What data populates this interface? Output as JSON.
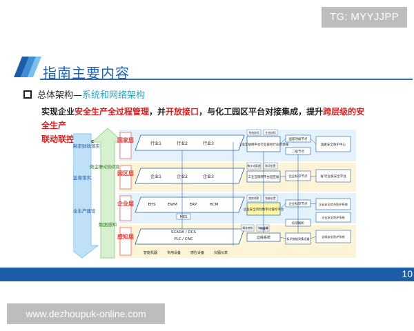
{
  "watermark_tag": "TG: MYYJJPP",
  "slide": {
    "title": "指南主要内容",
    "section": {
      "bullet_text": "总体架构—",
      "accent_text": "系统和网络架构"
    },
    "description": {
      "p1": "实现企业",
      "p2": "安全生产全过程管理",
      "p3": "，并",
      "p4": "开放接口",
      "p5": "，与化工园区平台对接集成，提升",
      "p6": "跨层级的安全生产",
      "p7": "联动联控能力",
      "p8": "。"
    },
    "page_number": "10"
  },
  "footer_url": "www.dezhoupuk-online.com",
  "colors": {
    "brand_blue": "#1d5ca6",
    "accent_cyan": "#2aa7c9",
    "highlight_red": "#d21f1f",
    "layer_red": "#e03a3a"
  },
  "diagram": {
    "left_arrow": {
      "top": "政策制定财政落实",
      "mid": "监督落实",
      "bottom": "安全生产建设"
    },
    "mid_arrow": {
      "top": "政企联动协同联动",
      "bottom": "数据感知"
    },
    "layers": [
      {
        "name": "国家层",
        "items": [
          "行业1",
          "行业2",
          "行业3"
        ],
        "platform": "工业互联网平台行业级跨行业跨领域",
        "node": "国家顶级节点",
        "node2": "二级节点",
        "center": "国家安全防护中心",
        "tags": [
          "系统协同",
          "生态协同"
        ]
      },
      {
        "name": "园区层",
        "items": [
          "企业1",
          "企业2",
          "企业3"
        ],
        "platform": "工业互联网平台园区级",
        "node": "企业标识节点",
        "center": "省/行业级安全平台",
        "tags": [
          "数字化管理",
          "联动处置"
        ]
      },
      {
        "name": "企业层",
        "items": [
          "EHS",
          "EWM",
          "ERP",
          "HCM",
          "MES"
        ],
        "platform": "企业安全风险数字化管控平台",
        "node": "企业标识节点",
        "center": "企业安全综合防护系统",
        "node2": "企业安全防护系统",
        "tags": [
          "超前预警",
          "智能处置"
        ]
      },
      {
        "name": "感知层",
        "items": [
          "SCADA / DCS",
          "PLC / CNC",
          "智能机器",
          "专用设备",
          "感应设备",
          "仪器仪表"
        ],
        "platform": "边缘系统",
        "node": "标识解析",
        "node2": "标识数据采集设备",
        "center": "边缘安全防护系统",
        "tags": [
          "精准感知",
          "作业监测",
          "中间件"
        ]
      }
    ]
  }
}
